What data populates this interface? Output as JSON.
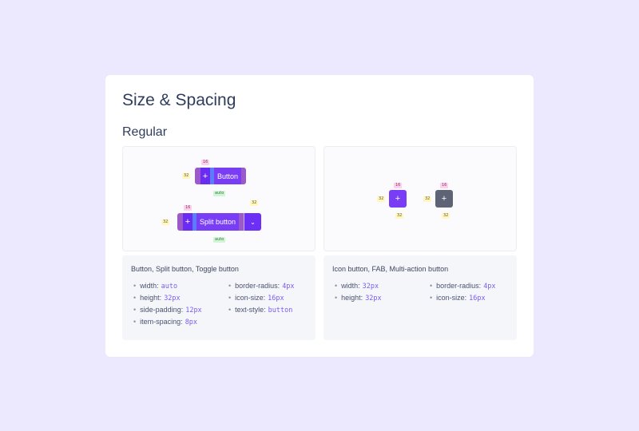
{
  "page": {
    "title": "Size & Spacing",
    "section": "Regular"
  },
  "left_panel": {
    "button_label": "Button",
    "split_label": "Split button",
    "plus_icon": "+",
    "chevron_icon": "⌄",
    "annotations": {
      "icon_16_a": "16",
      "height_32_a": "32",
      "auto_a": "auto",
      "icon_16_b": "16",
      "height_32_b": "32",
      "height_32_c": "32",
      "auto_b": "auto"
    },
    "spec_title": "Button, Split button, Toggle button",
    "spec_col1": [
      {
        "key": "width:",
        "value": "auto"
      },
      {
        "key": "height:",
        "value": "32px"
      },
      {
        "key": "side-padding:",
        "value": "12px"
      },
      {
        "key": "item-spacing:",
        "value": "8px"
      }
    ],
    "spec_col2": [
      {
        "key": "border-radius:",
        "value": "4px"
      },
      {
        "key": "icon-size:",
        "value": "16px"
      },
      {
        "key": "text-style:",
        "value": "button"
      }
    ]
  },
  "right_panel": {
    "plus_icon": "+",
    "annotations": {
      "icon_16_a": "16",
      "height_32_a": "32",
      "width_32_a": "32",
      "icon_16_b": "16",
      "height_32_b": "32",
      "width_32_b": "32"
    },
    "spec_title": "Icon button, FAB, Multi-action button",
    "spec_col1": [
      {
        "key": "width:",
        "value": "32px"
      },
      {
        "key": "height:",
        "value": "32px"
      }
    ],
    "spec_col2": [
      {
        "key": "border-radius:",
        "value": "4px"
      },
      {
        "key": "icon-size:",
        "value": "16px"
      }
    ]
  },
  "colors": {
    "background": "#ece8fd",
    "primary": "#7a3df6",
    "neutral": "#5e6476",
    "padding_overlay": "#9b59c9",
    "gap_overlay": "#5b7dfc"
  }
}
